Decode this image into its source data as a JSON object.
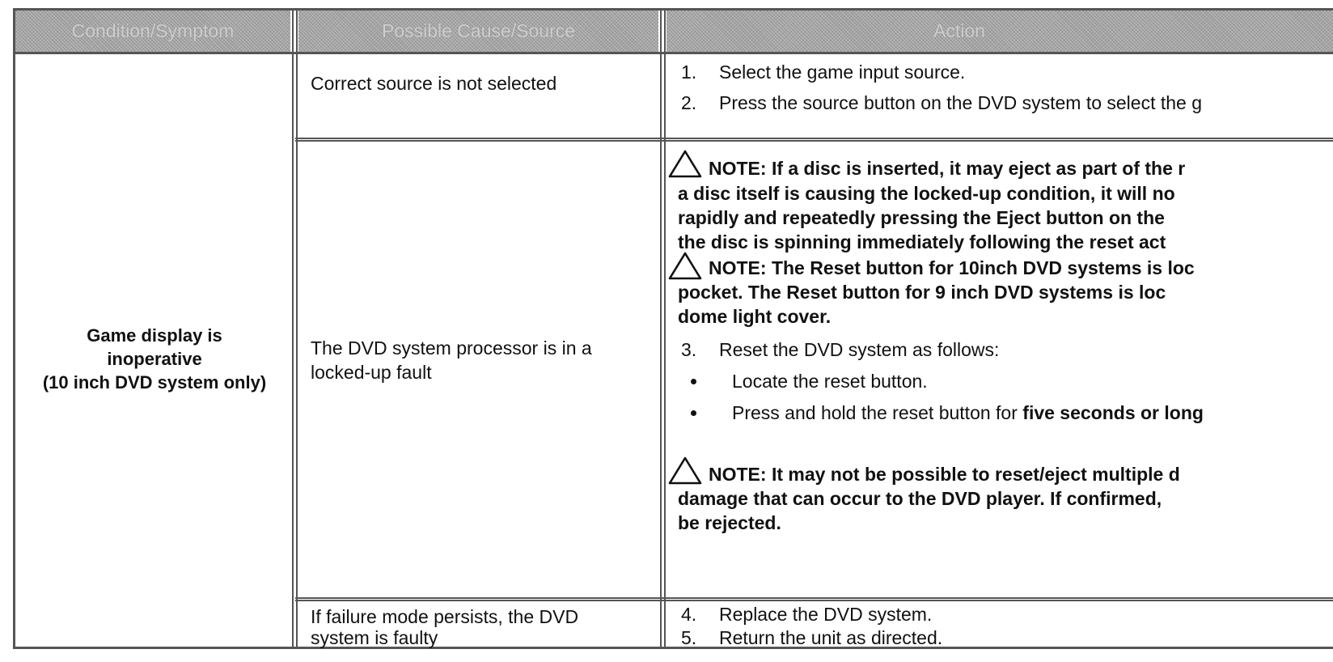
{
  "headers": {
    "condition": "Condition/Symptom",
    "cause": "Possible Cause/Source",
    "action": "Action"
  },
  "condition": {
    "line1": "Game display is",
    "line2": "inoperative",
    "line3": "(10 inch DVD system only)"
  },
  "causes": {
    "c1": "Correct source is not selected",
    "c2_line1": "The DVD system processor is in a",
    "c2_line2": "locked-up fault",
    "c3_line1": "If failure mode persists, the DVD",
    "c3_line2": "system is faulty"
  },
  "actions": {
    "step1_num": "1.",
    "step1": "Select the game input source.",
    "step2_num": "2.",
    "step2": "Press the source button on the DVD system to select the g",
    "note1_l1": "NOTE:  If a disc is inserted, it may eject as part of the r",
    "note1_l2": "a disc itself is causing the locked-up condition, it will no",
    "note1_l3": "rapidly and repeatedly pressing the Eject button on the",
    "note1_l4": "the disc is spinning immediately following the reset act",
    "note2_l1": "NOTE: The Reset button for 10inch DVD systems is loc",
    "note2_l2": "pocket.  The Reset button for 9 inch DVD systems is loc",
    "note2_l3": "dome light cover.",
    "step3_num": "3.",
    "step3": "Reset the DVD system as follows:",
    "bullet1": "Locate the reset button.",
    "bullet2_plain": "Press and hold the reset button for ",
    "bullet2_bold": "five seconds or long",
    "note3_l1": "NOTE:  It may not be possible to reset/eject multiple d",
    "note3_l2": "damage that can occur to the DVD player. If confirmed,",
    "note3_l3": "be rejected.",
    "step4_num": "4.",
    "step4": "Replace the DVD system.",
    "step5_num": "5.",
    "step5": "Return the unit as directed."
  },
  "icons": {
    "warning": "warning-triangle-icon"
  }
}
